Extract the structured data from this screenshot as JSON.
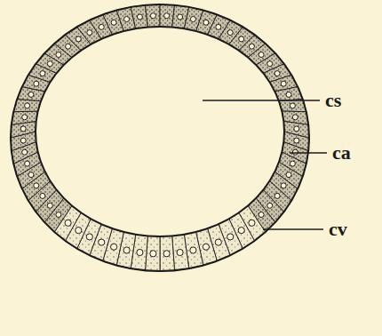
{
  "diagram": {
    "labels": [
      "cs",
      "ca",
      "cv"
    ]
  }
}
